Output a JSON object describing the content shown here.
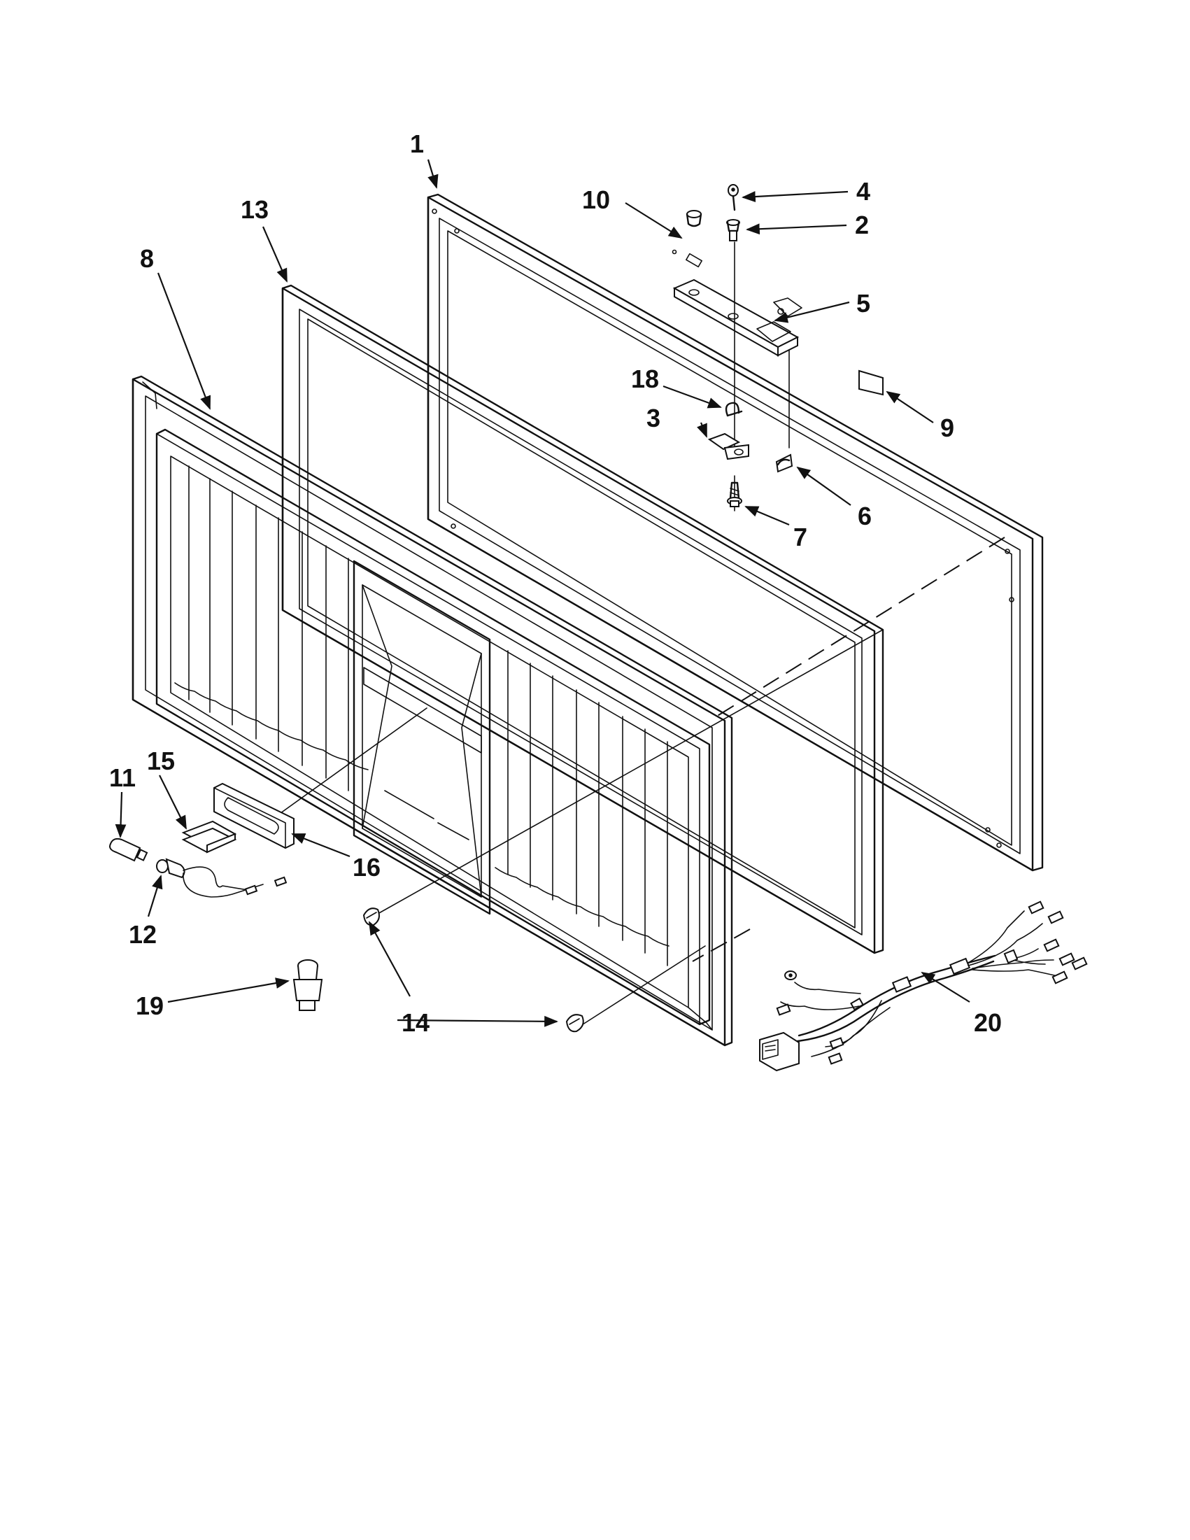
{
  "diagram": {
    "callouts": [
      {
        "id": "1",
        "label": "1"
      },
      {
        "id": "2",
        "label": "2"
      },
      {
        "id": "3",
        "label": "3"
      },
      {
        "id": "4",
        "label": "4"
      },
      {
        "id": "5",
        "label": "5"
      },
      {
        "id": "6",
        "label": "6"
      },
      {
        "id": "7",
        "label": "7"
      },
      {
        "id": "8",
        "label": "8"
      },
      {
        "id": "9",
        "label": "9"
      },
      {
        "id": "10",
        "label": "10"
      },
      {
        "id": "11",
        "label": "11"
      },
      {
        "id": "12",
        "label": "12"
      },
      {
        "id": "13",
        "label": "13"
      },
      {
        "id": "14",
        "label": "14"
      },
      {
        "id": "15",
        "label": "15"
      },
      {
        "id": "16",
        "label": "16"
      },
      {
        "id": "18",
        "label": "18"
      },
      {
        "id": "19",
        "label": "19"
      },
      {
        "id": "20",
        "label": "20"
      }
    ]
  }
}
